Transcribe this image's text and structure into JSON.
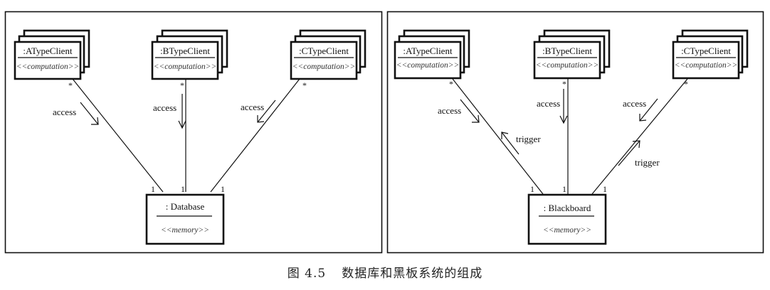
{
  "figure": {
    "caption_number": "图 4.5",
    "caption_text": "数据库和黑板系统的组成"
  },
  "diagrams": [
    {
      "id": "database-system",
      "clients": [
        {
          "name": ":ATypeClient",
          "stereotype": "<<computation>>",
          "multiplicity": "*",
          "access_label": "access"
        },
        {
          "name": ":BTypeClient",
          "stereotype": "<<computation>>",
          "multiplicity": "*",
          "access_label": "access"
        },
        {
          "name": ":CTypeClient",
          "stereotype": "<<computation>>",
          "multiplicity": "*",
          "access_label": "access"
        }
      ],
      "store": {
        "name": ": Database",
        "stereotype": "<<memory>>",
        "multiplicities": [
          "1",
          "1",
          "1"
        ]
      },
      "trigger_labels": []
    },
    {
      "id": "blackboard-system",
      "clients": [
        {
          "name": ":ATypeClient",
          "stereotype": "<<computation>>",
          "multiplicity": "*",
          "access_label": "access"
        },
        {
          "name": ":BTypeClient",
          "stereotype": "<<computation>>",
          "multiplicity": "*",
          "access_label": "access"
        },
        {
          "name": ":CTypeClient",
          "stereotype": "<<computation>>",
          "multiplicity": "*",
          "access_label": "access"
        }
      ],
      "store": {
        "name": ": Blackboard",
        "stereotype": "<<memory>>",
        "multiplicities": [
          "1",
          "1",
          "1"
        ]
      },
      "trigger_labels": [
        "trigger",
        "trigger"
      ]
    }
  ]
}
